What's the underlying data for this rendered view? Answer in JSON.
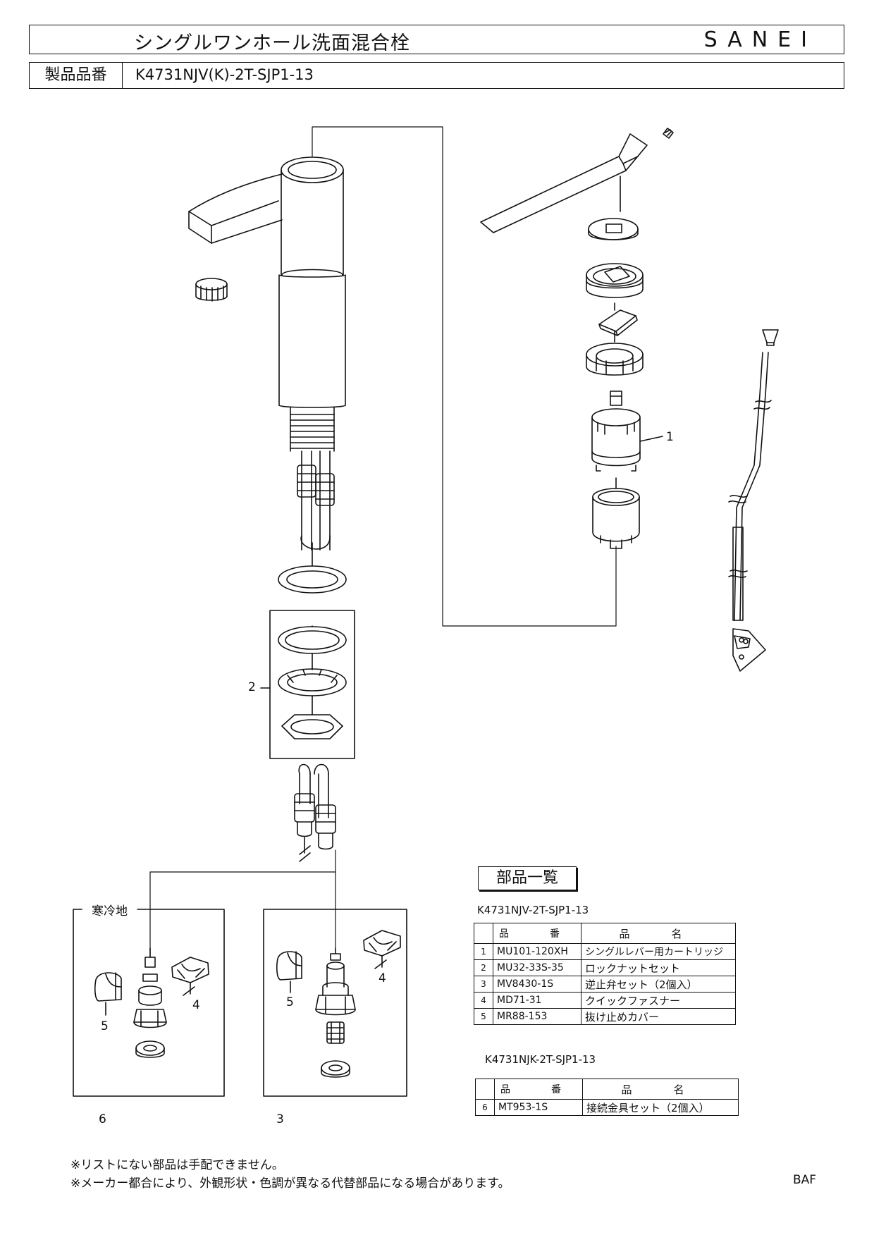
{
  "header": {
    "title": "シングルワンホール洗面混合栓",
    "brand": "SANEI",
    "product_label": "製品品番",
    "product_number": "K4731NJV(K)-2T-SJP1-13"
  },
  "callouts": {
    "c1": "1",
    "c2": "2",
    "c3": "3",
    "c4a": "4",
    "c4b": "4",
    "c5a": "5",
    "c5b": "5",
    "c6": "6",
    "cold_region": "寒冷地"
  },
  "parts_list": {
    "title": "部品一覧",
    "tables": [
      {
        "model": "K4731NJV-2T-SJP1-13",
        "headers": {
          "no": "",
          "code": "品　番",
          "name": "品　名"
        },
        "rows": [
          {
            "no": "1",
            "code": "MU101-120XH",
            "name": "シングルレバー用カートリッジ"
          },
          {
            "no": "2",
            "code": "MU32-33S-35",
            "name": "ロックナットセット"
          },
          {
            "no": "3",
            "code": "MV8430-1S",
            "name": "逆止弁セット（2個入）"
          },
          {
            "no": "4",
            "code": "MD71-31",
            "name": "クイックファスナー"
          },
          {
            "no": "5",
            "code": "MR88-153",
            "name": "抜け止めカバー"
          }
        ]
      },
      {
        "model": "K4731NJK-2T-SJP1-13",
        "headers": {
          "no": "",
          "code": "品　番",
          "name": "品　名"
        },
        "rows": [
          {
            "no": "6",
            "code": "MT953-1S",
            "name": "接続金具セット（2個入）"
          }
        ]
      }
    ]
  },
  "notes": {
    "line1": "※リストにない部品は手配できません。",
    "line2": "※メーカー都合により、外観形状・色調が異なる代替部品になる場合があります。",
    "code": "BAF"
  }
}
